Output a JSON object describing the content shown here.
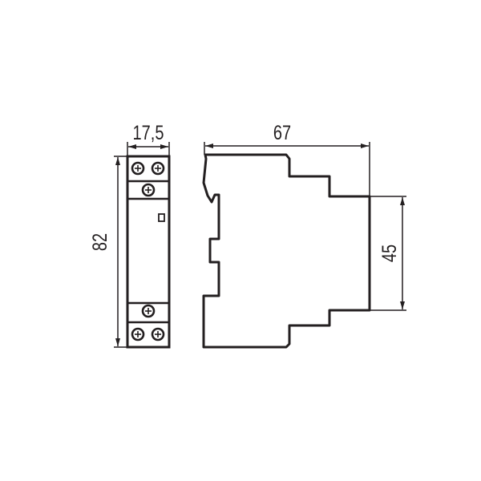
{
  "dimensions": {
    "width_front": "17,5",
    "height": "82",
    "depth": "67",
    "front_height": "45"
  },
  "colors": {
    "line": "#231f20",
    "background": "#ffffff"
  }
}
